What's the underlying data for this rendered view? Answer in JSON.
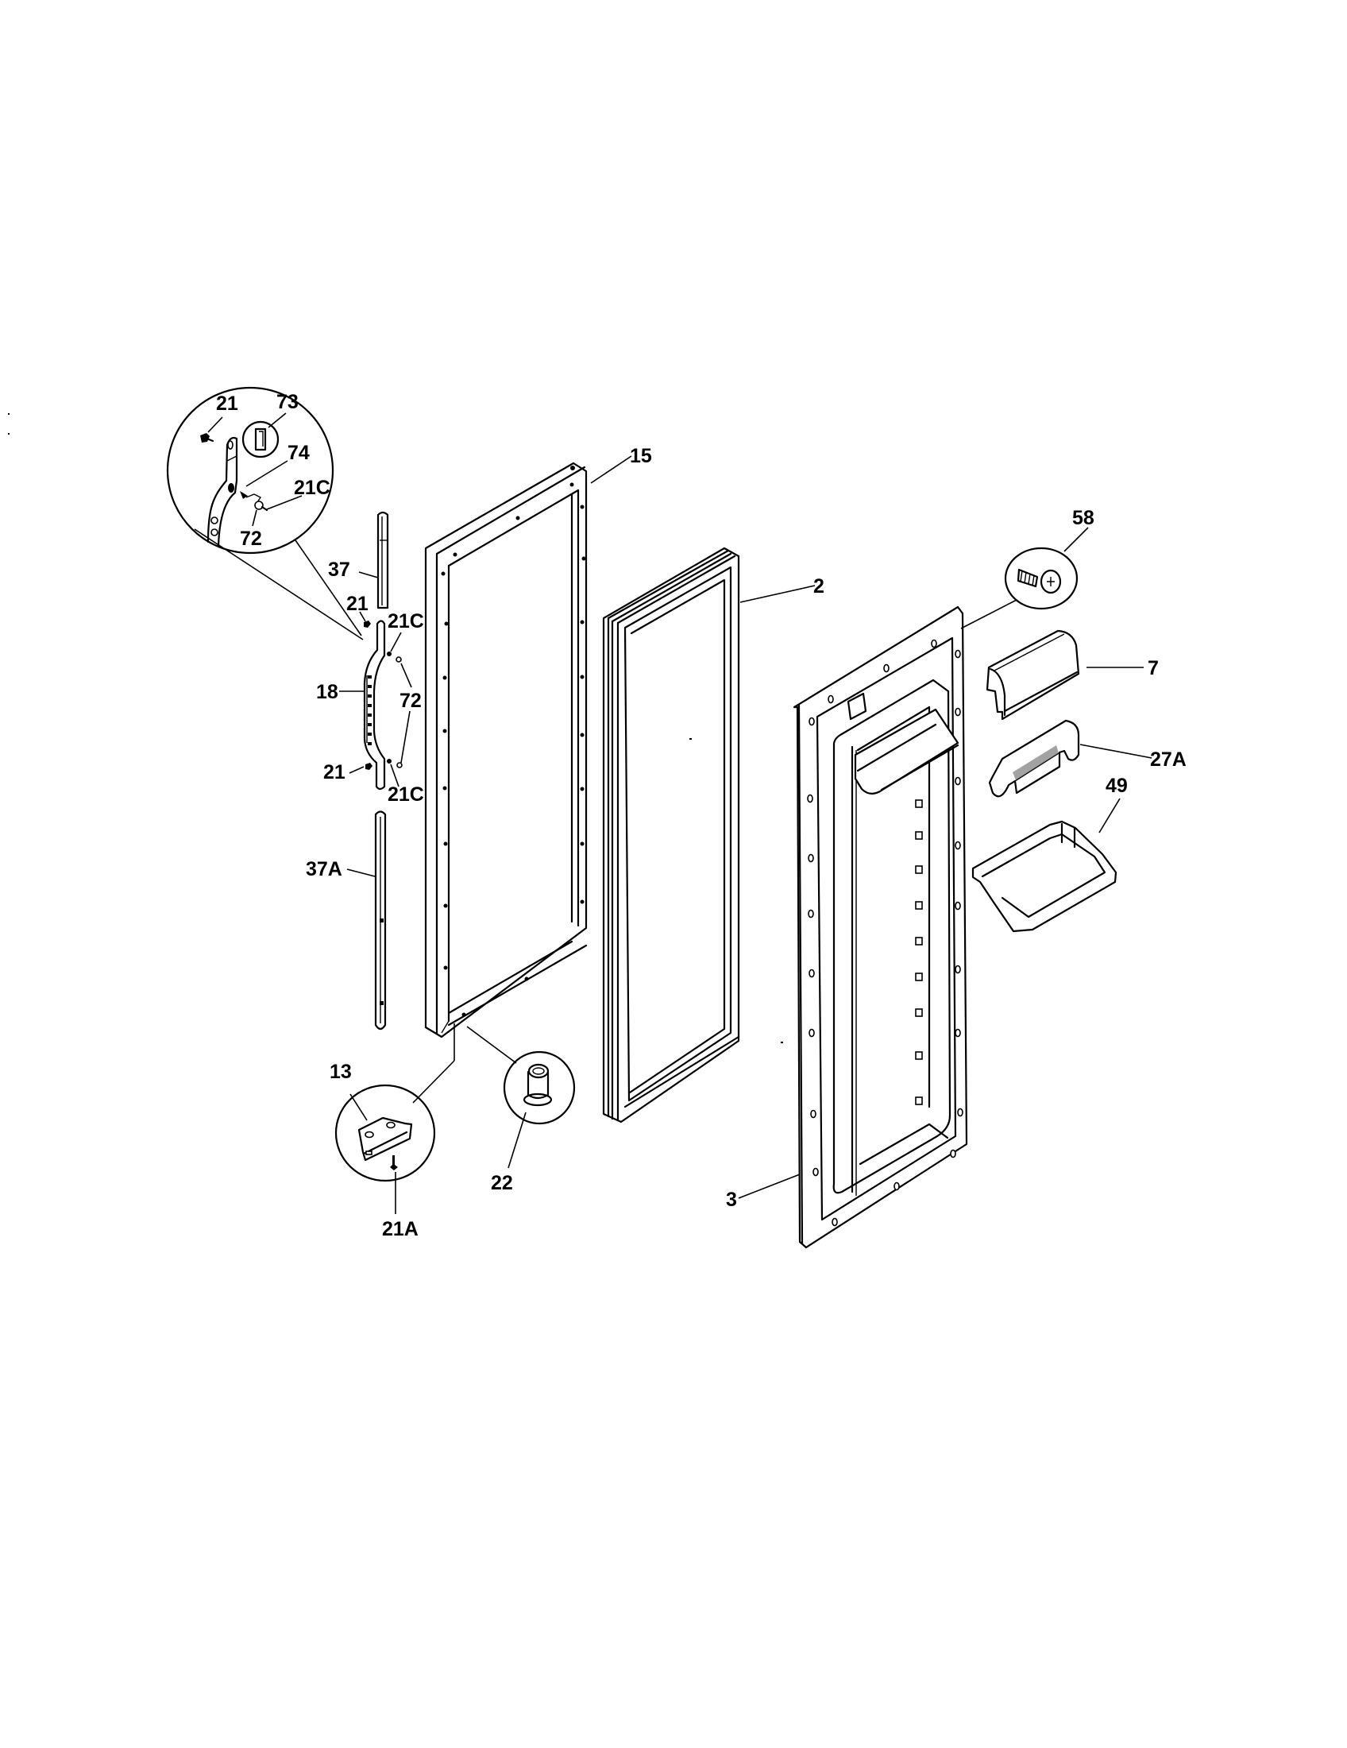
{
  "diagram": {
    "type": "exploded-parts-view",
    "subject": "refrigerator door assembly",
    "colors": {
      "line": "#000000",
      "background": "#ffffff"
    },
    "labels": {
      "p15": "15",
      "p2": "2",
      "p3": "3",
      "p58": "58",
      "p7": "7",
      "p27A": "27A",
      "p49": "49",
      "p18": "18",
      "p37": "37",
      "p37A": "37A",
      "p21_detail": "21",
      "p73": "73",
      "p74": "74",
      "p21C_detail": "21C",
      "p72_detail": "72",
      "p21_top": "21",
      "p21C_top": "21C",
      "p72_mid": "72",
      "p21_bottom": "21",
      "p21C_bottom": "21C",
      "p13": "13",
      "p21A": "21A",
      "p22": "22"
    },
    "parts": [
      {
        "id": "15",
        "name": "outer door frame"
      },
      {
        "id": "2",
        "name": "door gasket"
      },
      {
        "id": "3",
        "name": "inner door liner"
      },
      {
        "id": "58",
        "name": "screw"
      },
      {
        "id": "7",
        "name": "dairy door"
      },
      {
        "id": "27A",
        "name": "dairy door cover"
      },
      {
        "id": "49",
        "name": "door bin"
      },
      {
        "id": "18",
        "name": "door handle"
      },
      {
        "id": "37",
        "name": "handle trim top"
      },
      {
        "id": "37A",
        "name": "handle trim bottom"
      },
      {
        "id": "21",
        "name": "screw"
      },
      {
        "id": "21C",
        "name": "screw"
      },
      {
        "id": "72",
        "name": "plug"
      },
      {
        "id": "73",
        "name": "clip"
      },
      {
        "id": "74",
        "name": "spacer"
      },
      {
        "id": "13",
        "name": "hinge bracket"
      },
      {
        "id": "21A",
        "name": "screw"
      },
      {
        "id": "22",
        "name": "bushing"
      }
    ]
  }
}
